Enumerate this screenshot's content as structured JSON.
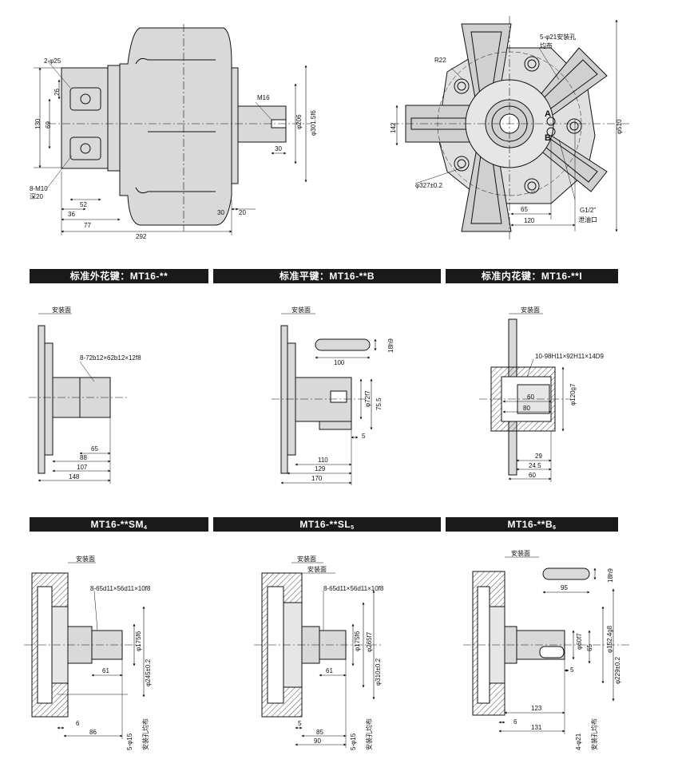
{
  "headers": {
    "h1": "标准外花键：MT16-**",
    "h2": "标准平键：MT16-**B",
    "h3": "标准内花键：MT16-**I",
    "h4": "MT16-**SM",
    "h4_sub": "4",
    "h5": "MT16-**SL",
    "h5_sub": "5",
    "h6": "MT16-**B",
    "h6_sub": "6"
  },
  "top_left": {
    "holes_2": "2-φ25",
    "d26": "26",
    "d130": "130",
    "d69": "69",
    "m10": "8-M10",
    "depth20": "深20",
    "d52": "52",
    "d36": "36",
    "d77": "77",
    "d292": "292",
    "m16": "M16",
    "d30a": "30",
    "d30b": "30",
    "d20": "20",
    "d206": "φ206",
    "d301": "φ301.5f6"
  },
  "top_right": {
    "holes_5": "5-φ21安装孔",
    "evenly": "均布",
    "r22": "R22",
    "d142": "142",
    "a": "A",
    "b": "B",
    "d327": "φ327±0.2",
    "d65": "65",
    "d120": "120",
    "g12": "G1/2\"",
    "drain": "泄油口",
    "d510": "φ510"
  },
  "v1": {
    "mount": "安装面",
    "spline": "8-72b12×62b12×12f8",
    "d65": "65",
    "d88": "88",
    "d107": "107",
    "d148": "148"
  },
  "v2": {
    "mount": "安装面",
    "d18h9": "18h9",
    "d100": "100",
    "d72f7": "φ72f7",
    "d75_5": "75.5",
    "d5": "5",
    "d110": "110",
    "d129": "129",
    "d170": "170"
  },
  "v3": {
    "mount": "安装面",
    "spline": "10-98H11×92H11×14D9",
    "d60a": "60",
    "d80": "80",
    "d120g7": "φ120g7",
    "d29": "29",
    "d24_5": "24.5",
    "d60b": "60"
  },
  "v4": {
    "mount": "安装面",
    "spline": "8-65d11×56d11×10f8",
    "d61": "61",
    "d175f6": "φ175f6",
    "d245": "φ245±0.2",
    "d6": "6",
    "d86": "86",
    "holes": "5-φ15",
    "holes2": "安装孔均布"
  },
  "v5": {
    "mount1": "安装面",
    "mount2": "安装面",
    "spline": "8-65d11×56d11×10f8",
    "d61": "61",
    "d175f6": "φ175f6",
    "d265f7": "φ265f7",
    "d310": "φ310±0.2",
    "d5": "5",
    "d85": "85",
    "d90": "90",
    "holes": "5-φ15",
    "holes2": "安装孔均布"
  },
  "v6": {
    "mount": "安装面",
    "d18h9": "18h9",
    "d95": "95",
    "d60f7": "φ60f7",
    "d65": "65",
    "d152": "φ152.4g8",
    "d229": "φ229±0.2",
    "d5": "5",
    "d123": "123",
    "d6": "6",
    "d131": "131",
    "holes": "4-φ21",
    "holes2": "安装孔均布"
  }
}
